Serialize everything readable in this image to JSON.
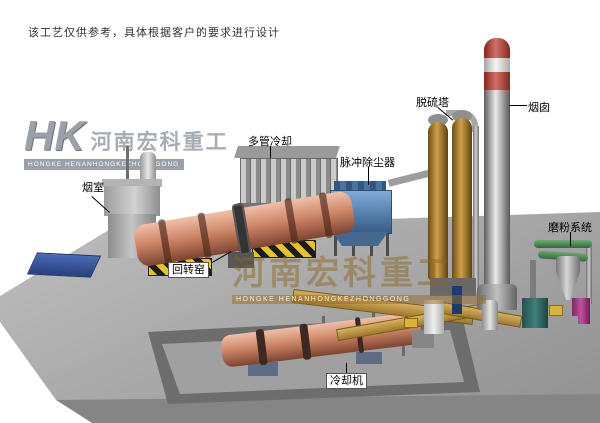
{
  "disclaimer": "该工艺仅供参考，具体根据客户的要求进行设计",
  "logo": {
    "monogram": "HK",
    "company_cn": "河南宏科重工",
    "company_en": "HONGKE HENANHONGKEZHONGGONG"
  },
  "watermark": {
    "company_cn": "河南宏科重工",
    "company_en": "HONGKE HENANHONGKEZHONGGONG"
  },
  "labels": {
    "smoke_chamber": "烟室",
    "multi_tube_cooler": "多管冷却",
    "pulse_dust_collector": "脉冲除尘器",
    "desulfurization_tower": "脱硫塔",
    "chimney": "烟囱",
    "grinding_system": "磨粉系统",
    "rotary_kiln": "回转窑",
    "cooler": "冷却机"
  },
  "colors": {
    "kiln_body": "#cd8466",
    "dust_collector_blue": "#4a739f",
    "chimney_band_red": "#c0392b",
    "desulf_tower_tan": "#cf9f4a",
    "platform_gray": "#b5b5b5",
    "hazard_yellow": "#e4c42a",
    "watermark_brown": "#8c641e"
  }
}
